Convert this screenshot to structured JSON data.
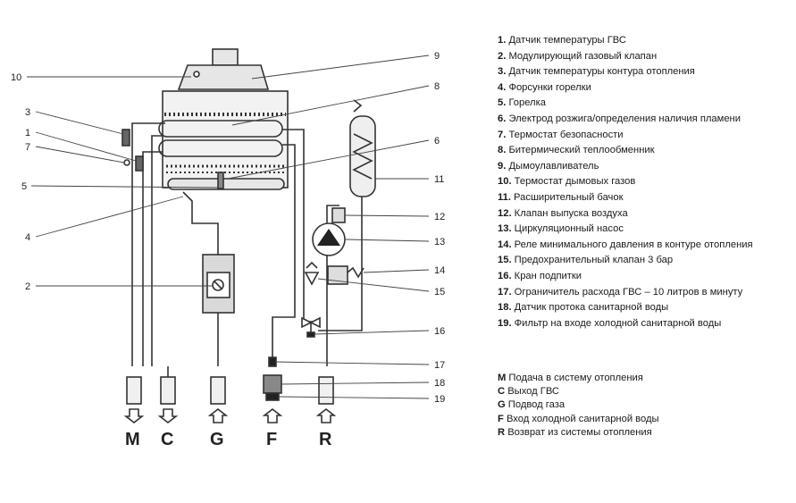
{
  "legend": [
    {
      "num": "1.",
      "text": "Датчик температуры ГВС"
    },
    {
      "num": "2.",
      "text": "Модулирующий газовый клапан"
    },
    {
      "num": "3.",
      "text": "Датчик температуры контура отопления"
    },
    {
      "num": "4.",
      "text": "Форсунки горелки"
    },
    {
      "num": "5.",
      "text": "Горелка"
    },
    {
      "num": "6.",
      "text": "Электрод розжига/определения наличия пламени"
    },
    {
      "num": "7.",
      "text": "Термостат безопасности"
    },
    {
      "num": "8.",
      "text": "Битермический теплообменник"
    },
    {
      "num": "9.",
      "text": "Дымоулавливатель"
    },
    {
      "num": "10.",
      "text": "Термостат дымовых газов"
    },
    {
      "num": "11.",
      "text": "Расширительный бачок"
    },
    {
      "num": "12.",
      "text": "Клапан выпуска воздуха"
    },
    {
      "num": "13.",
      "text": "Циркуляционный насос"
    },
    {
      "num": "14.",
      "text": "Реле минимального давления в контуре отопления"
    },
    {
      "num": "15.",
      "text": "Предохранительный клапан 3 бар"
    },
    {
      "num": "16.",
      "text": "Кран подпитки"
    },
    {
      "num": "17.",
      "text": "Ограничитель расхода ГВС – 10 литров в минуту"
    },
    {
      "num": "18.",
      "text": "Датчик протока санитарной воды"
    },
    {
      "num": "19.",
      "text": "Фильтр на входе холодной санитарной воды"
    }
  ],
  "ports_legend": [
    {
      "key": "M",
      "text": "Подача в систему отопления"
    },
    {
      "key": "C",
      "text": "Выход ГВС"
    },
    {
      "key": "G",
      "text": "Подвод газа"
    },
    {
      "key": "F",
      "text": "Вход холодной санитарной воды"
    },
    {
      "key": "R",
      "text": "Возврат из системы отопления"
    }
  ],
  "callouts": {
    "c1": "1",
    "c2": "2",
    "c3": "3",
    "c4": "4",
    "c5": "5",
    "c6": "6",
    "c7": "7",
    "c8": "8",
    "c9": "9",
    "c10": "10",
    "c11": "11",
    "c12": "12",
    "c13": "13",
    "c14": "14",
    "c15": "15",
    "c16": "16",
    "c17": "17",
    "c18": "18",
    "c19": "19"
  },
  "ports": {
    "m": "M",
    "c": "C",
    "g": "G",
    "f": "F",
    "r": "R"
  }
}
